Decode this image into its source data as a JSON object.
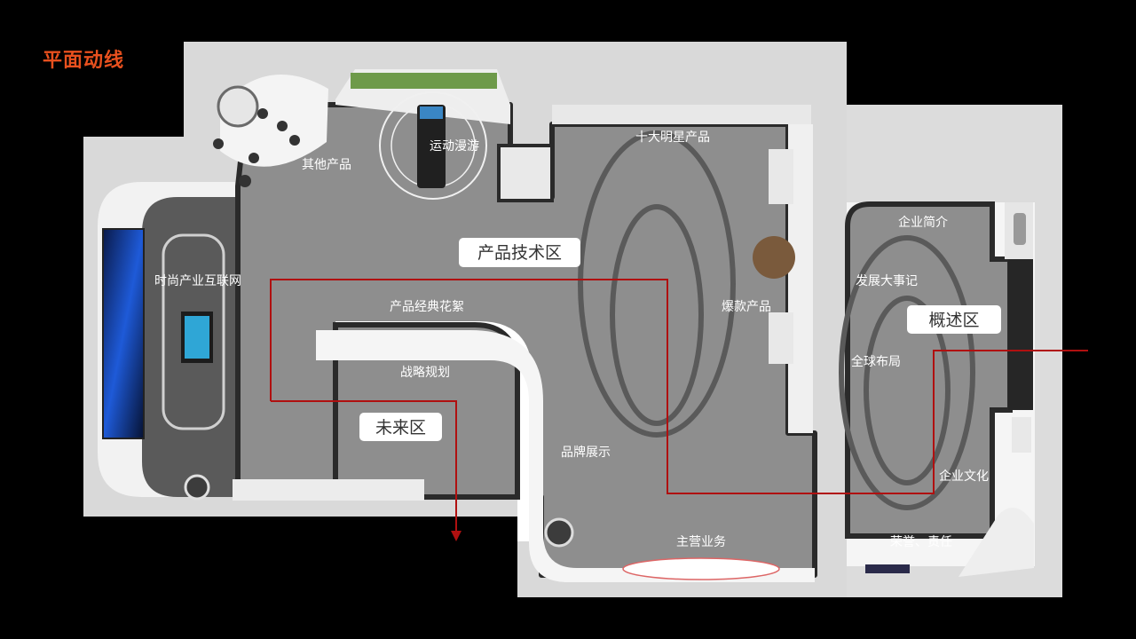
{
  "page": {
    "title": "平面动线"
  },
  "zones": {
    "product_tech": "产品技术区",
    "overview": "概述区",
    "future": "未来区"
  },
  "areas": {
    "other_products": "其他产品",
    "sports_roaming": "运动漫游",
    "top_ten_products": "十大明星产品",
    "fashion_internet": "时尚产业互联网",
    "classic_highlights": "产品经典花絮",
    "hot_products": "爆款产品",
    "strategy_planning": "战略规划",
    "brand_display": "品牌展示",
    "main_business": "主营业务",
    "company_intro": "企业简介",
    "milestones": "发展大事记",
    "global_layout": "全球布局",
    "corporate_culture": "企业文化",
    "honor_responsibility": "荣誉、责任"
  },
  "colors": {
    "title": "#e8501e",
    "route": "#b01010",
    "floor_outer": "#d9d9d9",
    "floor_inner": "#8e8e8e",
    "wall": "#2a2a2a",
    "background": "#000000"
  }
}
